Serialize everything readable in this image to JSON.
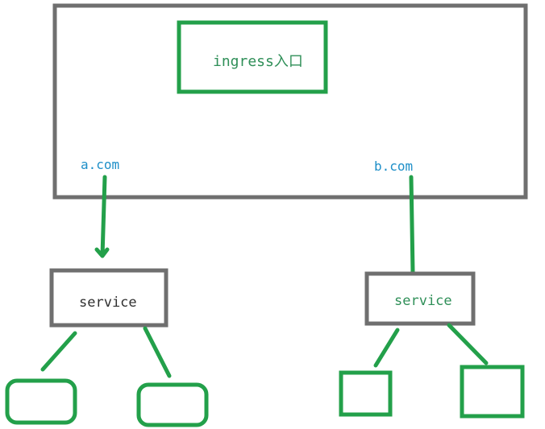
{
  "diagram": {
    "ingress_label": "ingress入口",
    "domain_a": "a.com",
    "domain_b": "b.com",
    "service_left_label": "service",
    "service_right_label": "service"
  },
  "colors": {
    "gray_stroke": "#6f6f6f",
    "green_stroke": "#23a04a",
    "blue_text": "#1e8fc8",
    "dark_text": "#2f2f2f"
  }
}
